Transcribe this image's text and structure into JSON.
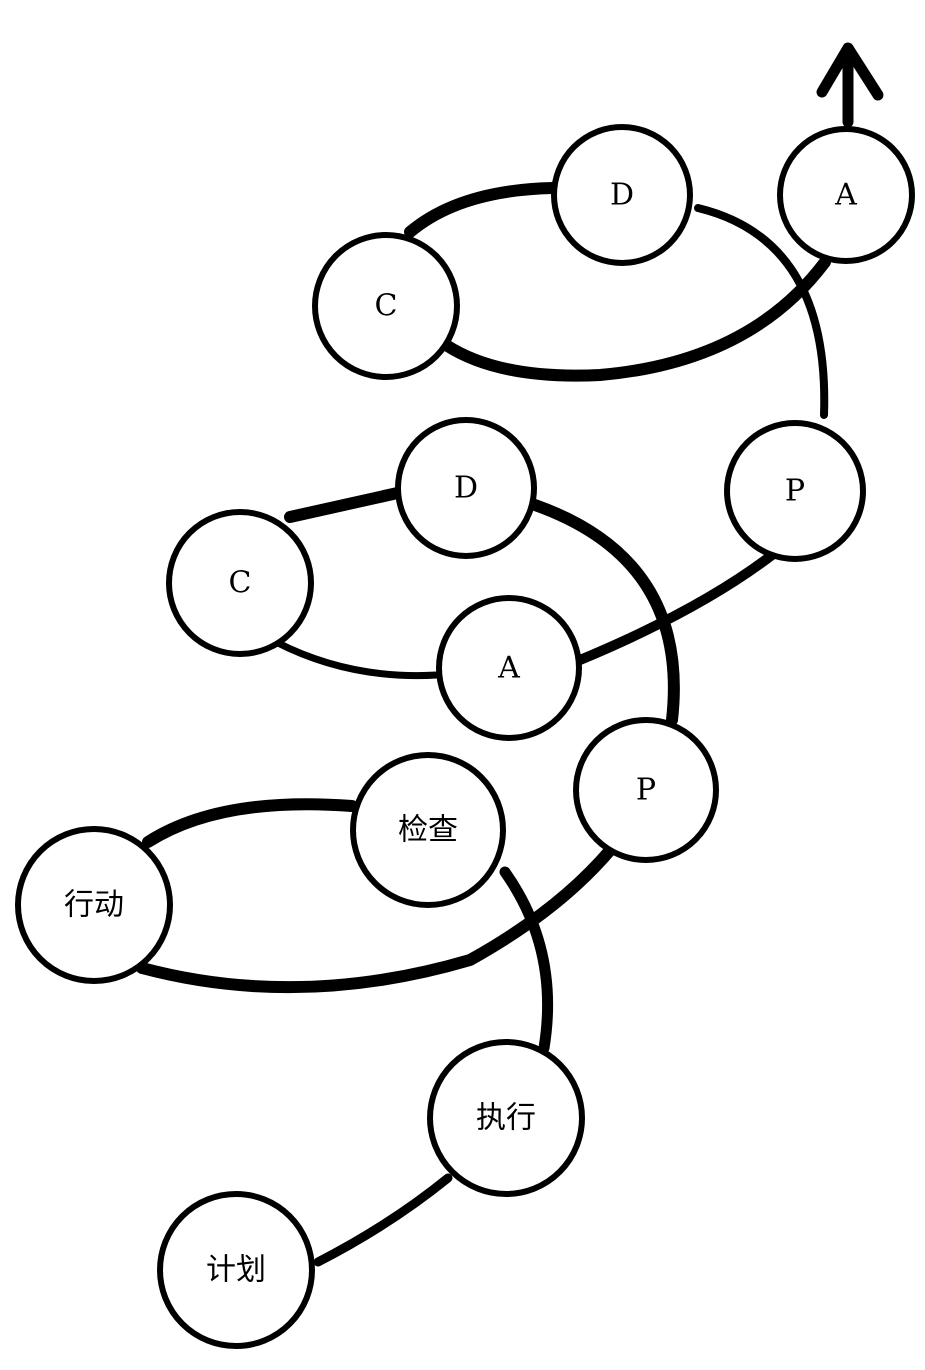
{
  "diagram": {
    "type": "pdca-spiral",
    "nodes": [
      {
        "id": "plan-1",
        "label": "计划"
      },
      {
        "id": "do-1",
        "label": "执行"
      },
      {
        "id": "check-1",
        "label": "检查"
      },
      {
        "id": "act-1",
        "label": "行动"
      },
      {
        "id": "p-2",
        "label": "P"
      },
      {
        "id": "d-2",
        "label": "D"
      },
      {
        "id": "c-2",
        "label": "C"
      },
      {
        "id": "a-2",
        "label": "A"
      },
      {
        "id": "p-3",
        "label": "P"
      },
      {
        "id": "d-3",
        "label": "D"
      },
      {
        "id": "c-3",
        "label": "C"
      },
      {
        "id": "a-3",
        "label": "A"
      }
    ],
    "arrow": "up-arrow-icon"
  }
}
